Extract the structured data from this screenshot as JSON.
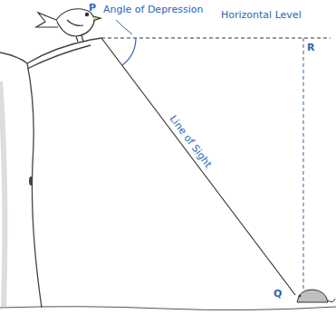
{
  "diagram": {
    "labels": [
      "P",
      "Angle of Depression",
      "Horizontal Level",
      "R",
      "Line of Sight",
      "Q"
    ]
  }
}
